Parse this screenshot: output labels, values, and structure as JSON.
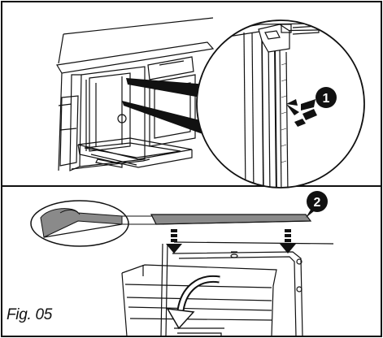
{
  "figure": {
    "caption": "Fig. 05",
    "steps": [
      {
        "number": "1"
      },
      {
        "number": "2"
      }
    ],
    "icons": {
      "step_marker": "filled-circle-number",
      "install_direction": "double-arrow",
      "rotation": "curved-arrow"
    },
    "colors": {
      "line": "#111111",
      "background": "#ffffff",
      "marker_fill": "#111111",
      "marker_text": "#ffffff",
      "strip_shading": "#8a8a8a"
    }
  }
}
